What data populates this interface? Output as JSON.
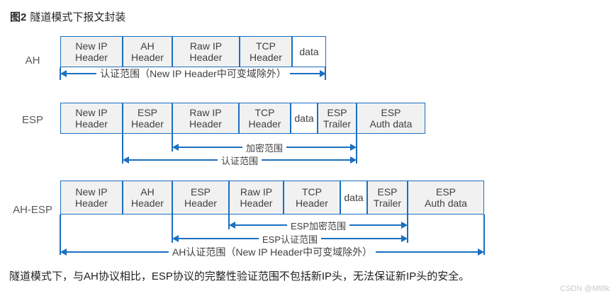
{
  "title": {
    "figure_label": "图2",
    "text": "隧道模式下报文封装"
  },
  "colors": {
    "blue": "#1b6fc0",
    "box_fill": "#f1f1f1",
    "box_text": "#404040",
    "row_label": "#595959",
    "title_text": "#262626",
    "footer_text": "#1f1f1f",
    "watermark": "#c9c9c9"
  },
  "rows": [
    {
      "label": "AH",
      "boxes": [
        "New IP\nHeader",
        "AH\nHeader",
        "Raw IP\nHeader",
        "TCP\nHeader",
        "data"
      ],
      "arrows": [
        {
          "label": "认证范围（New IP Header中可变域除外）"
        }
      ]
    },
    {
      "label": "ESP",
      "boxes": [
        "New IP\nHeader",
        "ESP\nHeader",
        "Raw IP\nHeader",
        "TCP\nHeader",
        "data",
        "ESP\nTrailer",
        "ESP\nAuth data"
      ],
      "arrows": [
        {
          "label": "加密范围"
        },
        {
          "label": "认证范围"
        }
      ]
    },
    {
      "label": "AH-ESP",
      "boxes": [
        "New IP\nHeader",
        "AH\nHeader",
        "ESP\nHeader",
        "Raw IP\nHeader",
        "TCP\nHeader",
        "data",
        "ESP\nTrailer",
        "ESP\nAuth data"
      ],
      "arrows": [
        {
          "label": "ESP加密范围"
        },
        {
          "label": "ESP认证范围"
        },
        {
          "label": "AH认证范围（New IP Header中可变域除外）"
        }
      ]
    }
  ],
  "footer": "隧道模式下，与AH协议相比，ESP协议的完整性验证范围不包括新IP头，无法保证新IP头的安全。",
  "watermark": "CSDN @Mllllk"
}
